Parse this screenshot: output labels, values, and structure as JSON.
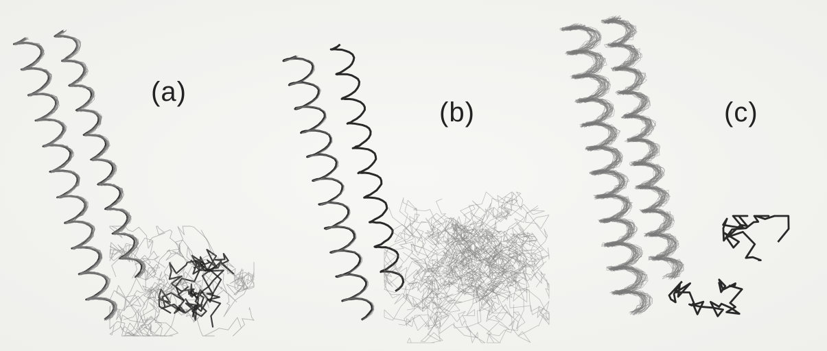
{
  "figure": {
    "panels": [
      {
        "id": "a",
        "label": "(a)"
      },
      {
        "id": "b",
        "label": "(b)"
      },
      {
        "id": "c",
        "label": "(c)"
      }
    ]
  },
  "colors": {
    "ink": "#1e1e1e",
    "ink_faint": "#7a7a7a",
    "background": "#f4f4f2"
  }
}
